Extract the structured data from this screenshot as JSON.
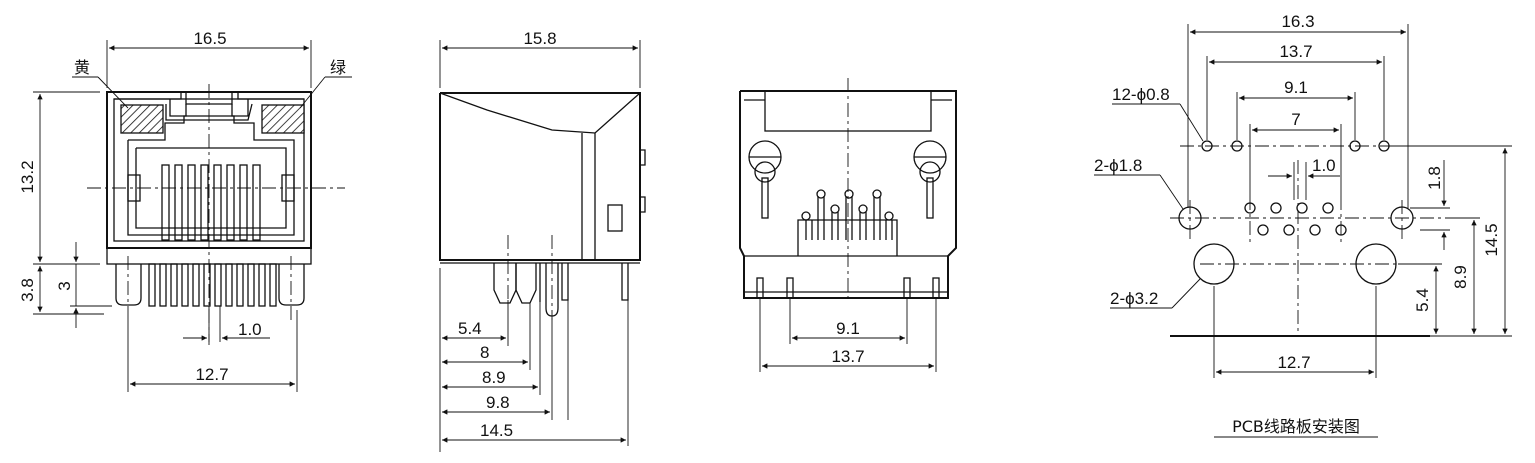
{
  "front": {
    "w_total": "16.5",
    "yellow": "黄",
    "green": "绿",
    "h_body": "13.2",
    "h_3_8": "3.8",
    "h_3": "3",
    "pitch": "1.0",
    "span": "12.7"
  },
  "side": {
    "w": "15.8",
    "d1": "5.4",
    "d2": "8",
    "d3": "8.9",
    "d4": "9.8",
    "d5": "14.5"
  },
  "rear": {
    "d1": "9.1",
    "d2": "13.7"
  },
  "pcb": {
    "w1": "16.3",
    "w2": "13.7",
    "w3": "9.1",
    "w4": "7",
    "pitch": "1.0",
    "h1": "1.8",
    "h2": "14.5",
    "h3": "8.9",
    "h4": "5.4",
    "span": "12.7",
    "hole_small": "12-ϕ0.8",
    "hole_mid": "2-ϕ1.8",
    "hole_big": "2-ϕ3.2",
    "caption": "PCB线路板安装图"
  }
}
